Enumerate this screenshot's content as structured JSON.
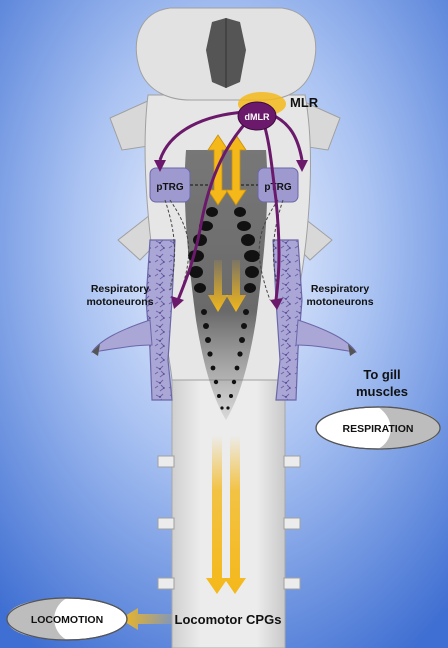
{
  "labels": {
    "mlr": "MLR",
    "dmlr": "dMLR",
    "ptrg_left": "pTRG",
    "ptrg_right": "pTRG",
    "resp_left_line1": "Respiratory",
    "resp_left_line2": "motoneurons",
    "resp_right_line1": "Respiratory",
    "resp_right_line2": "motoneurons",
    "gill_line1": "To gill",
    "gill_line2": "muscles",
    "respiration": "RESPIRATION",
    "locomotion": "LOCOMOTION",
    "locomotor_cpgs": "Locomotor CPGs"
  },
  "colors": {
    "background_outer": "#3f6fd2",
    "background_inner": "#eef3ff",
    "brain": "#e0e0e0",
    "purple": "#6b1a6b",
    "yellow": "#f4b81a",
    "motoneuron": "#aaa6d6",
    "ptrg": "#9e9ad0"
  }
}
